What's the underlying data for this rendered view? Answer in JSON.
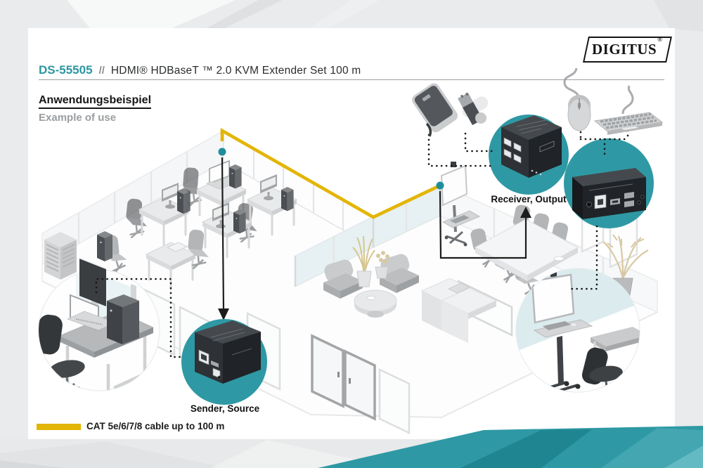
{
  "header": {
    "product_code": "DS-55505",
    "separator": "//",
    "title": "HDMI® HDBaseT ™ 2.0 KVM Extender Set 100 m"
  },
  "brand": {
    "name": "DIGITUS",
    "registered_mark": "®"
  },
  "section": {
    "heading_de": "Anwendungsbeispiel",
    "heading_en": "Example of use"
  },
  "diagram": {
    "receiver_label": "Receiver, Output",
    "sender_label": "Sender, Source",
    "legend": {
      "cable_text": "CAT 5e/6/7/8 cable up to 100 m",
      "cable_color": "#E3B505"
    },
    "colors": {
      "accent_teal": "#2E99A4",
      "brand_teal": "#2B96A0",
      "cable_yellow": "#E3B505"
    },
    "icons": {
      "peripherals": [
        "external-hdd-icon",
        "usb-flash-drive-icon",
        "mouse-icon",
        "keyboard-icon"
      ],
      "devices": [
        "receiver-front-device",
        "receiver-rear-device",
        "sender-device"
      ],
      "connectors": [
        "cable-junction-dot",
        "down-arrow",
        "up-arrow"
      ]
    }
  }
}
